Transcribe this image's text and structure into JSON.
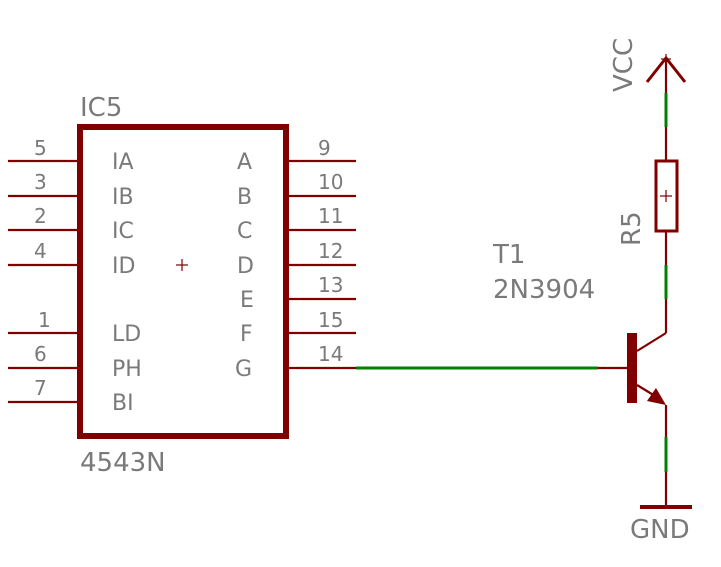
{
  "colors": {
    "symbol": "#800000",
    "wire": "#008000",
    "text": "#7a7a7a",
    "background": "#ffffff"
  },
  "ic": {
    "ref": "IC5",
    "part": "4543N",
    "left_pins": [
      {
        "num": "5",
        "name": "IA"
      },
      {
        "num": "3",
        "name": "IB"
      },
      {
        "num": "2",
        "name": "IC"
      },
      {
        "num": "4",
        "name": "ID"
      },
      {
        "num": "1",
        "name": "LD"
      },
      {
        "num": "6",
        "name": "PH"
      },
      {
        "num": "7",
        "name": "BI"
      }
    ],
    "right_pins": [
      {
        "num": "9",
        "name": "A"
      },
      {
        "num": "10",
        "name": "B"
      },
      {
        "num": "11",
        "name": "C"
      },
      {
        "num": "12",
        "name": "D"
      },
      {
        "num": "13",
        "name": "E"
      },
      {
        "num": "15",
        "name": "F"
      },
      {
        "num": "14",
        "name": "G"
      }
    ]
  },
  "transistor": {
    "ref": "T1",
    "part": "2N3904"
  },
  "resistor": {
    "ref": "R5"
  },
  "supply": {
    "vcc": "VCC",
    "gnd": "GND"
  }
}
